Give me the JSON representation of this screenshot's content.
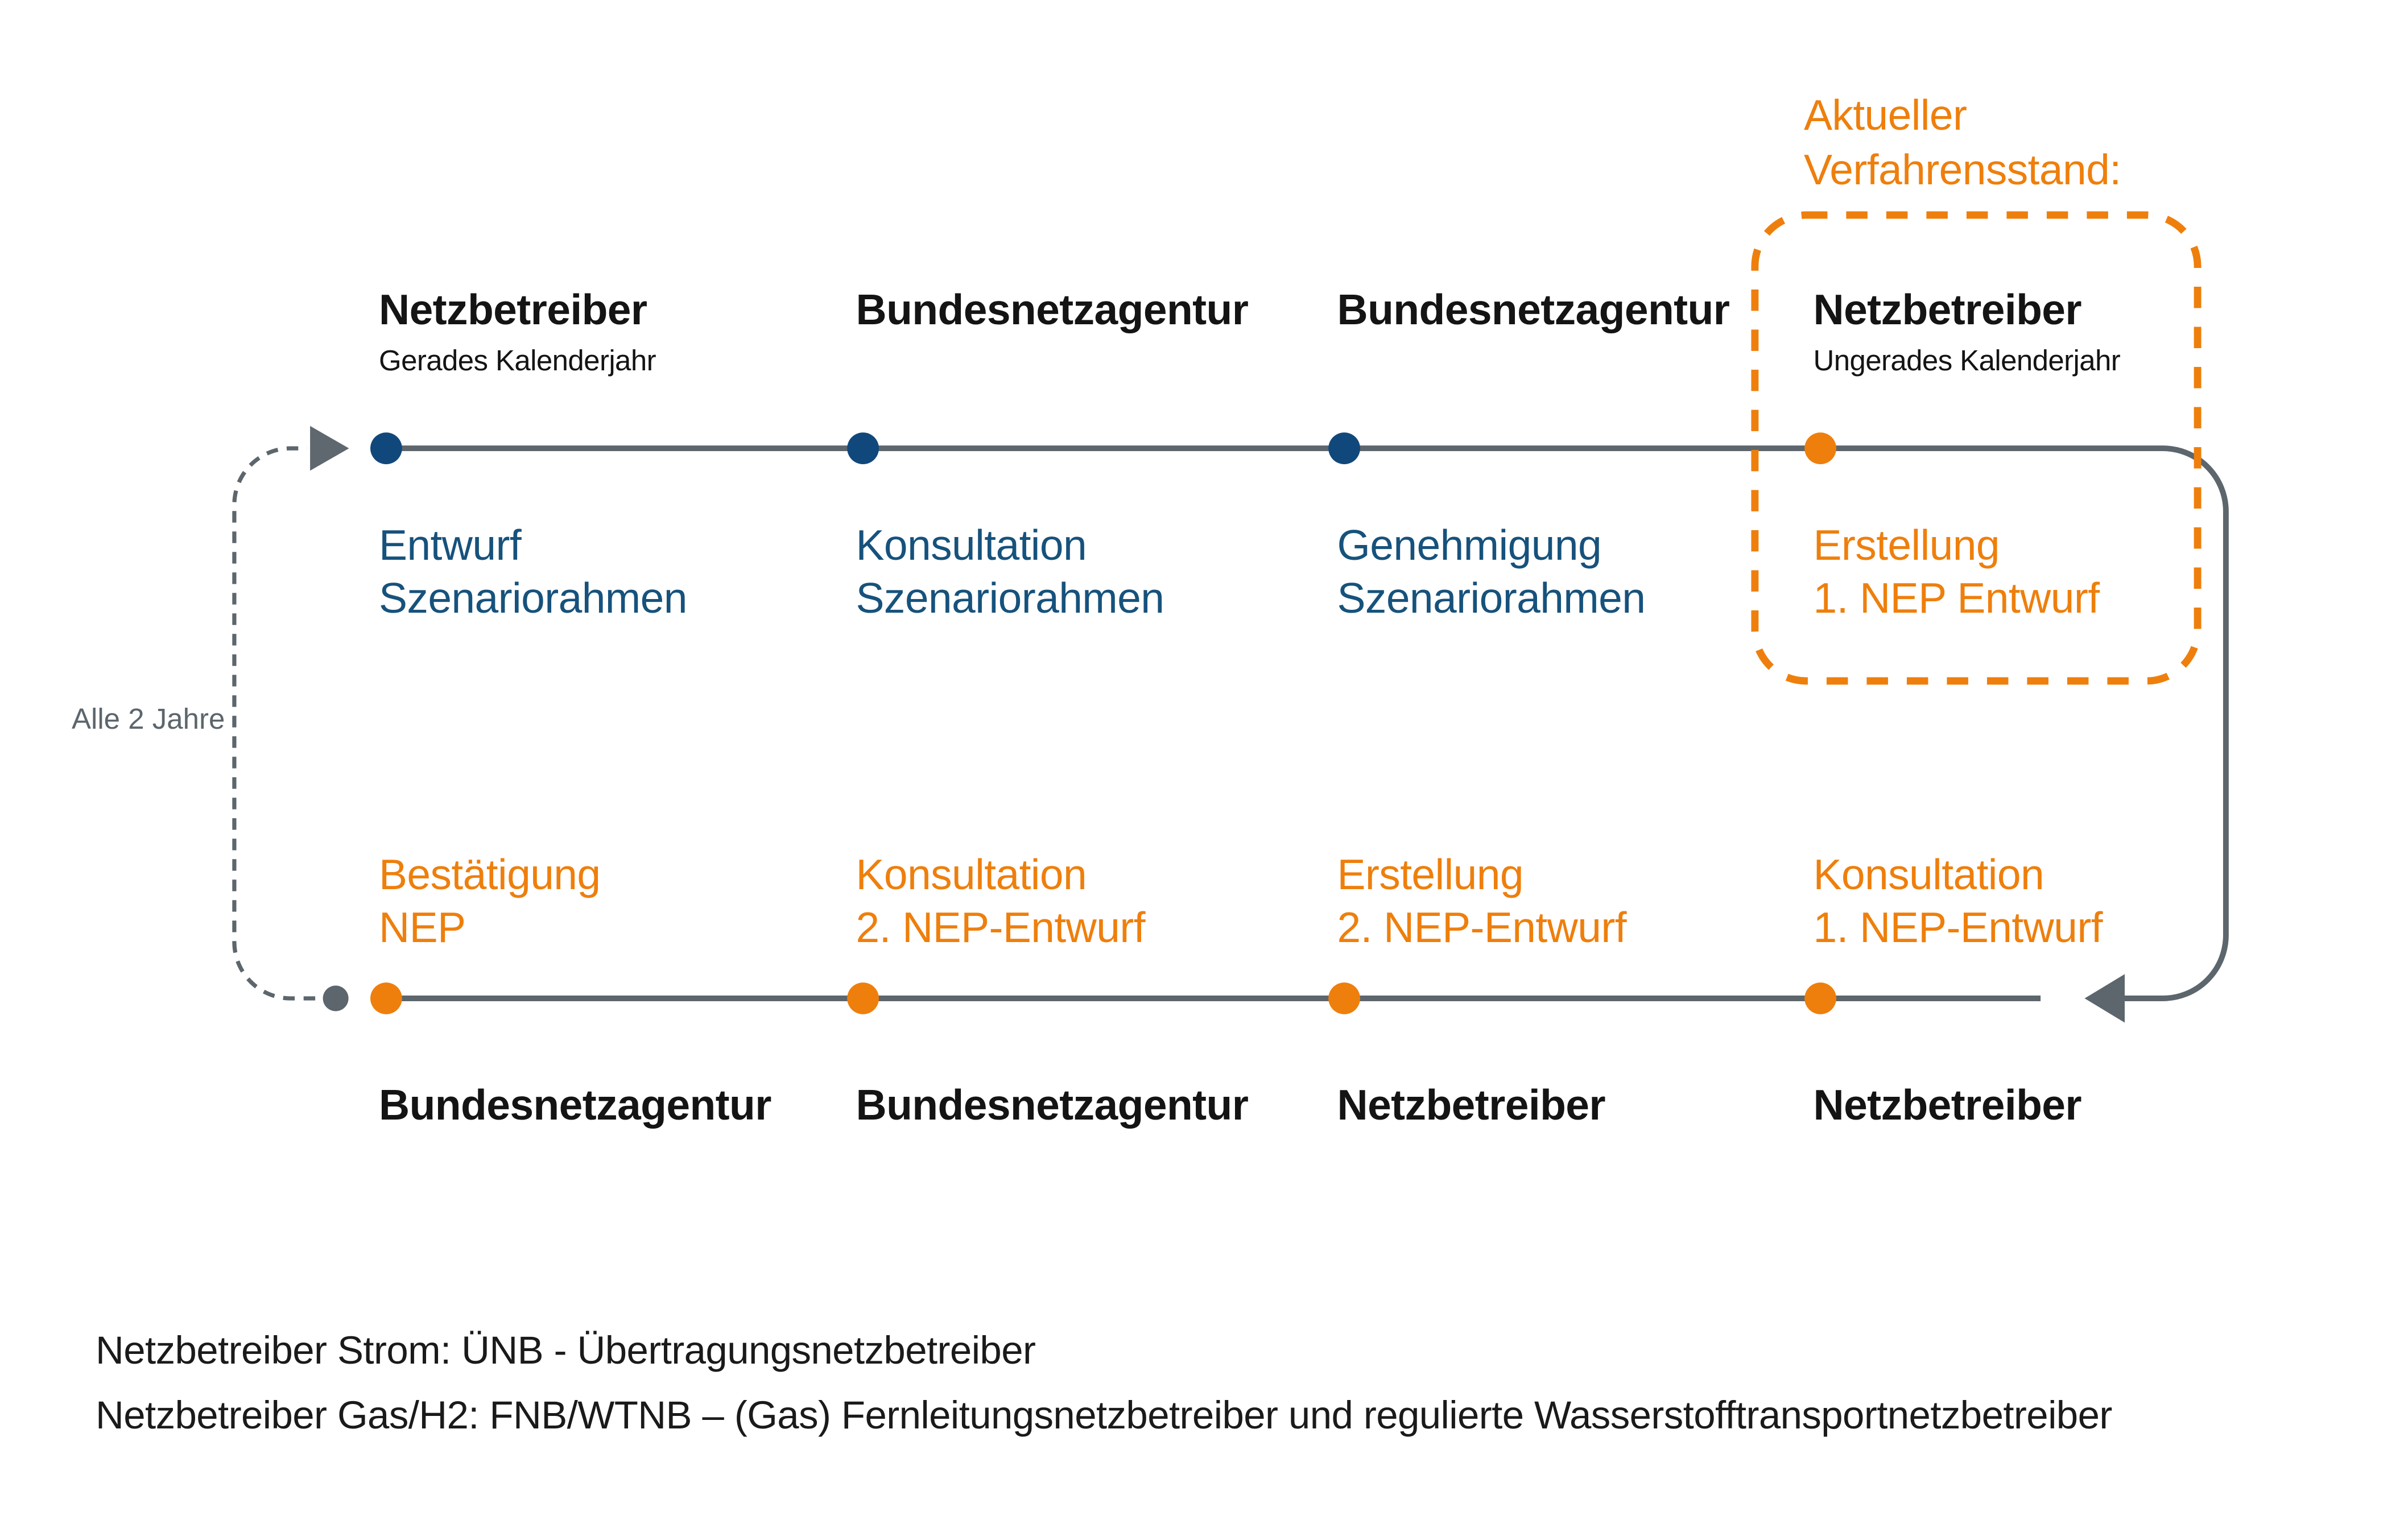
{
  "colors": {
    "orange": "#ee7f0c",
    "blue_text": "#16527c",
    "blue_dot": "#11487b",
    "line_gray": "#5c666c",
    "text_black": "#141414"
  },
  "current_stage_label": {
    "line1": "Aktueller",
    "line2": "Verfahrensstand:"
  },
  "cycle_label": "Alle 2 Jahre",
  "top_row": {
    "actors": [
      {
        "name": "Netzbetreiber",
        "subtitle": "Gerades Kalenderjahr"
      },
      {
        "name": "Bundesnetzagentur",
        "subtitle": ""
      },
      {
        "name": "Bundesnetzagentur",
        "subtitle": ""
      },
      {
        "name": "Netzbetreiber",
        "subtitle": "Ungerades Kalenderjahr"
      }
    ],
    "steps": [
      {
        "line1": "Entwurf",
        "line2": "Szenariorahmen"
      },
      {
        "line1": "Konsultation",
        "line2": "Szenariorahmen"
      },
      {
        "line1": "Genehmigung",
        "line2": "Szenariorahmen"
      },
      {
        "line1": "Erstellung",
        "line2": "1. NEP Entwurf"
      }
    ]
  },
  "bottom_row": {
    "steps": [
      {
        "line1": "Bestätigung",
        "line2": "NEP"
      },
      {
        "line1": "Konsultation",
        "line2": "2. NEP-Entwurf"
      },
      {
        "line1": "Erstellung",
        "line2": "2. NEP-Entwurf"
      },
      {
        "line1": "Konsultation",
        "line2": "1. NEP-Entwurf"
      }
    ],
    "actors": [
      "Bundesnetzagentur",
      "Bundesnetzagentur",
      "Netzbetreiber",
      "Netzbetreiber"
    ]
  },
  "footnotes": [
    "Netzbetreiber Strom: ÜNB - Übertragungsnetzbetreiber",
    "Netzbetreiber Gas/H2: FNB/WTNB  – (Gas) Fernleitungsnetzbetreiber und regulierte Wasserstofftransportnetzbetreiber"
  ]
}
